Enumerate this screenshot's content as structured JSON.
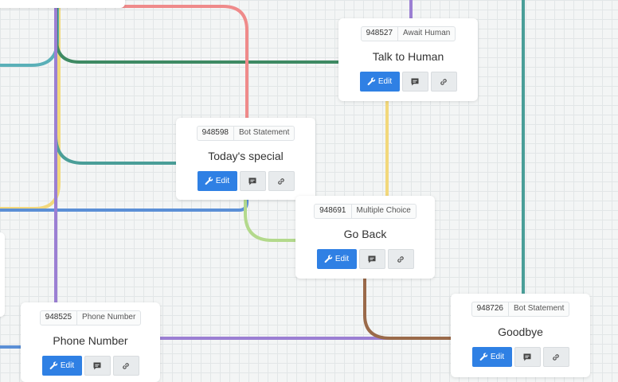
{
  "colors": {
    "edit_button": "#2f80e4",
    "connector_teal": "#4a9e98",
    "connector_blue": "#5b8fd6",
    "connector_purple": "#9b7fd3",
    "connector_red": "#ef8a8a",
    "connector_green": "#3e8a63",
    "connector_yellow": "#f2d87c",
    "connector_lightgreen": "#b3d98c",
    "connector_brown": "#9a6a4a"
  },
  "nodes": [
    {
      "id": "948527",
      "type": "Await Human",
      "title": "Talk to Human",
      "edit_label": "Edit"
    },
    {
      "id": "948598",
      "type": "Bot Statement",
      "title": "Today's special",
      "edit_label": "Edit"
    },
    {
      "id": "948691",
      "type": "Multiple Choice",
      "title": "Go Back",
      "edit_label": "Edit"
    },
    {
      "id": "948525",
      "type": "Phone Number",
      "title": "Phone Number",
      "edit_label": "Edit"
    },
    {
      "id": "948726",
      "type": "Bot Statement",
      "title": "Goodbye",
      "edit_label": "Edit"
    }
  ],
  "icons": {
    "edit": "wrench-icon",
    "comment": "comment-icon",
    "link": "link-icon"
  }
}
